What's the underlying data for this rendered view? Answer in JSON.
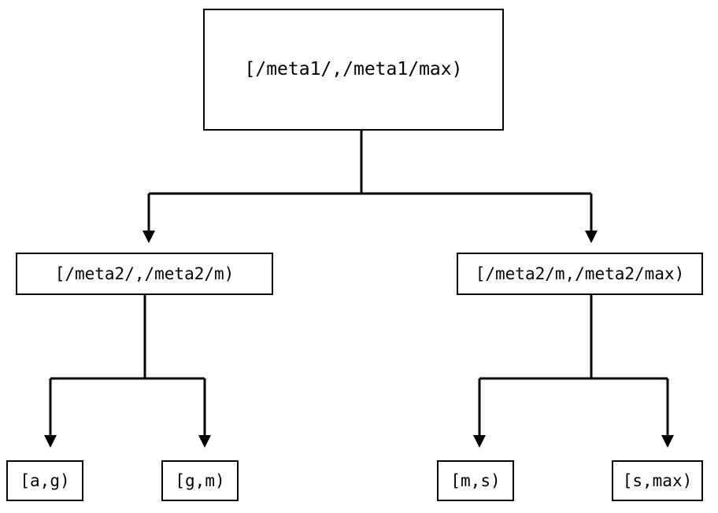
{
  "diagram": {
    "type": "tree",
    "orientation": "top-down",
    "background_color": "#ffffff",
    "line_color": "#000000",
    "text_color": "#000000",
    "nodes": {
      "root": {
        "label": "[/meta1/,/meta1/max)"
      },
      "mid_left": {
        "label": "[/meta2/,/meta2/m)"
      },
      "mid_right": {
        "label": "[/meta2/m,/meta2/max)"
      },
      "leaf_ag": {
        "label": "[a,g)"
      },
      "leaf_gm": {
        "label": "[g,m)"
      },
      "leaf_ms": {
        "label": "[m,s)"
      },
      "leaf_smax": {
        "label": "[s,max)"
      }
    },
    "edges": [
      {
        "from": "root",
        "to": "mid_left",
        "arrow": "triangle-down"
      },
      {
        "from": "root",
        "to": "mid_right",
        "arrow": "triangle-down"
      },
      {
        "from": "mid_left",
        "to": "leaf_ag",
        "arrow": "triangle-down"
      },
      {
        "from": "mid_left",
        "to": "leaf_gm",
        "arrow": "triangle-down"
      },
      {
        "from": "mid_right",
        "to": "leaf_ms",
        "arrow": "triangle-down"
      },
      {
        "from": "mid_right",
        "to": "leaf_smax",
        "arrow": "triangle-down"
      }
    ]
  }
}
